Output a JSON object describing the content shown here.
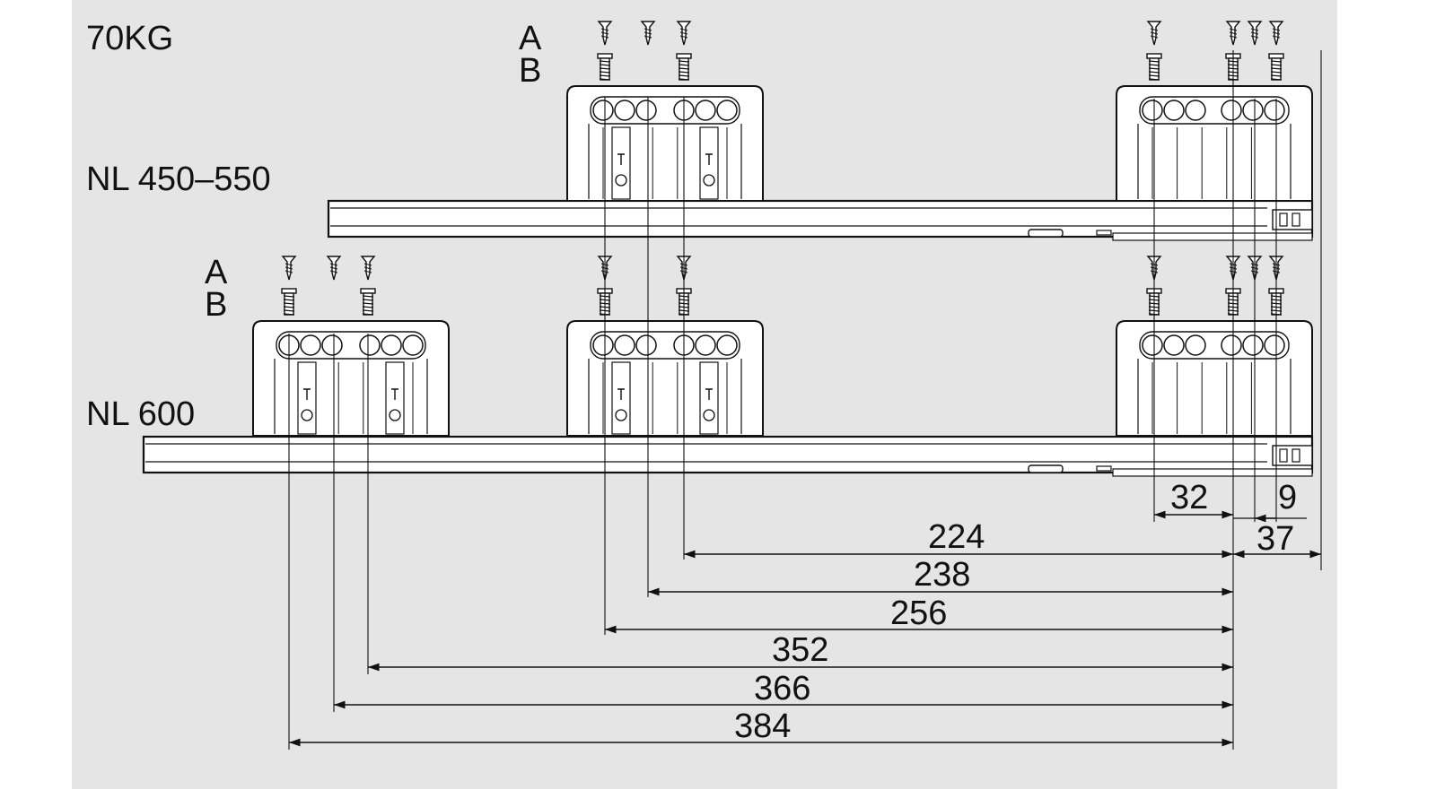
{
  "header": {
    "load_rating": "70KG"
  },
  "rails": [
    {
      "label": "NL 450–550",
      "screw_row_labels": [
        "A",
        "B"
      ]
    },
    {
      "label": "NL 600",
      "screw_row_labels": [
        "A",
        "B"
      ]
    }
  ],
  "dimensions": [
    {
      "id": "d32",
      "text": "32"
    },
    {
      "id": "d9",
      "text": "9"
    },
    {
      "id": "d37",
      "text": "37"
    },
    {
      "id": "d224",
      "text": "224"
    },
    {
      "id": "d238",
      "text": "238"
    },
    {
      "id": "d256",
      "text": "256"
    },
    {
      "id": "d352",
      "text": "352"
    },
    {
      "id": "d366",
      "text": "366"
    },
    {
      "id": "d384",
      "text": "384"
    }
  ],
  "colors": {
    "background": "#e5e5e6",
    "line": "#111111",
    "part_fill": "#ffffff"
  }
}
